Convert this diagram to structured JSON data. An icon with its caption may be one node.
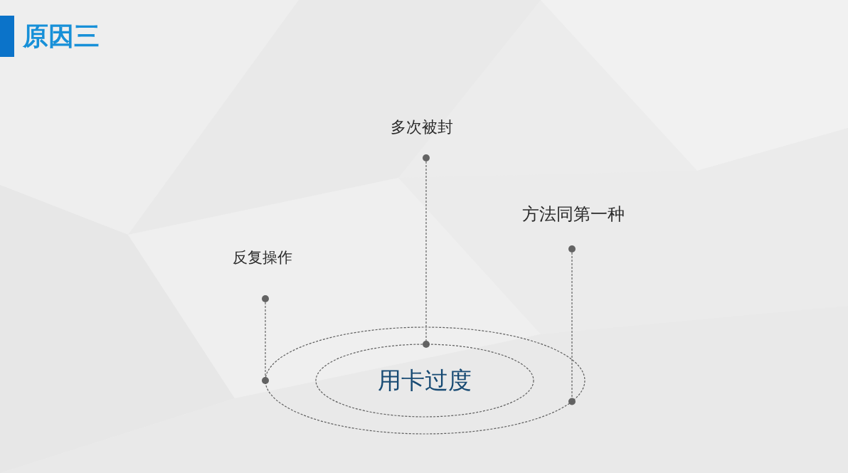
{
  "diagram": {
    "title": "原因三",
    "nodes": [
      {
        "text": [
          "多次被封"
        ]
      },
      {
        "text": [
          "方法同第一种"
        ]
      },
      {
        "text": [
          "反复操作"
        ]
      },
      {
        "text": [],
        "shape": "ellipse"
      },
      {
        "text": [
          "用卡过度"
        ],
        "in": 3
      }
    ],
    "edges": [
      {
        "from": 0,
        "to": 4,
        "arrow": "other",
        "style": "dashed"
      },
      {
        "from": 1,
        "to": 3,
        "arrow": "other",
        "style": "dashed"
      },
      {
        "from": 2,
        "to": 3,
        "arrow": "other",
        "style": "dashed"
      }
    ]
  }
}
